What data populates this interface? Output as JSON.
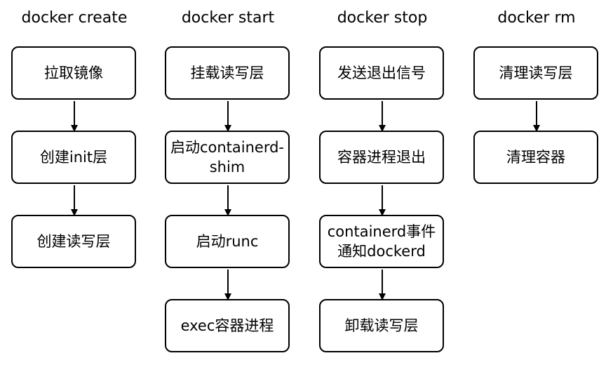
{
  "columns": [
    {
      "title": "docker create",
      "steps": [
        "拉取镜像",
        "创建init层",
        "创建读写层"
      ]
    },
    {
      "title": "docker start",
      "steps": [
        "挂载读写层",
        "启动containerd-\nshim",
        "启动runc",
        "exec容器进程"
      ]
    },
    {
      "title": "docker stop",
      "steps": [
        "发送退出信号",
        "容器进程退出",
        "containerd事件\n通知dockerd",
        "卸载读写层"
      ]
    },
    {
      "title": "docker rm",
      "steps": [
        "清理读写层",
        "清理容器"
      ]
    }
  ],
  "colors": {
    "stroke": "#000000",
    "fill": "#ffffff",
    "text": "#000000"
  }
}
